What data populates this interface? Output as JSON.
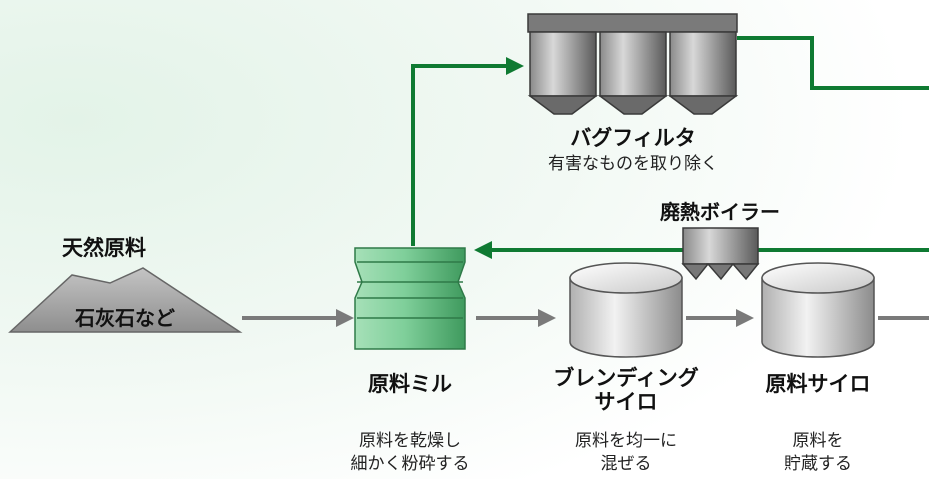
{
  "raw_material": {
    "title": "天然原料",
    "label": "石灰石など"
  },
  "bag_filter": {
    "title": "バグフィルタ",
    "desc": "有害なものを取り除く"
  },
  "boiler": {
    "title": "廃熱ボイラー"
  },
  "raw_mill": {
    "title": "原料ミル",
    "desc_line1": "原料を乾燥し",
    "desc_line2": "細かく粉砕する"
  },
  "blending_silo": {
    "title_line1": "ブレンディング",
    "title_line2": "サイロ",
    "desc_line1": "原料を均一に",
    "desc_line2": "混ぜる"
  },
  "raw_silo": {
    "title": "原料サイロ",
    "desc_line1": "原料を",
    "desc_line2": "貯蔵する"
  },
  "colors": {
    "green_flow": "#0f7a32",
    "gray_flow": "#7a7a7a",
    "mill_green": "#7fcf9a",
    "background_tint": "#eaf6ee"
  }
}
